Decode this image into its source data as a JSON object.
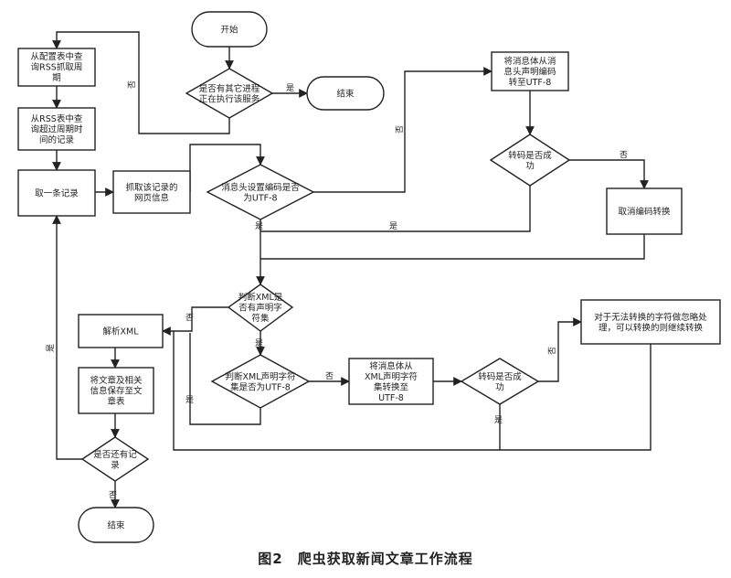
{
  "nodes": {
    "start": [
      "开始"
    ],
    "check_running": [
      "是否有其它进程",
      "正在执行该服务"
    ],
    "end_top": [
      "结束"
    ],
    "query_period": [
      "从配置表中查",
      "询RSS抓取周",
      "期"
    ],
    "query_expired": [
      "从RSS表中查",
      "询超过周期时",
      "间的记录"
    ],
    "take_record": [
      "取一条记录"
    ],
    "fetch_page": [
      "抓取该记录的",
      "网页信息"
    ],
    "header_charset": [
      "消息头设置编码是否",
      "为UTF-8"
    ],
    "body_convert": [
      "将消息体从消",
      "息头声明编码",
      "转至UTF-8"
    ],
    "convert_ok_1": [
      "转码是否成",
      "功"
    ],
    "cancel_convert": [
      "取消编码转换"
    ],
    "xml_declared": [
      "判断XML是",
      "否有声明字",
      "符集"
    ],
    "parse_xml": [
      "解析XML"
    ],
    "save_article": [
      "将文章及相关",
      "信息保存至文",
      "章表"
    ],
    "more_records": [
      "是否还有记",
      "录"
    ],
    "end_bottom": [
      "结束"
    ],
    "xml_is_utf8": [
      "判断XML声明字符",
      "集是否为UTF-8"
    ],
    "xml_convert": [
      "将消息体从",
      "XML声明字符",
      "集转换至",
      "UTF-8"
    ],
    "convert_ok_2": [
      "转码是否成",
      "功"
    ],
    "ignore_chars": [
      "对于无法转换的字符做忽略处",
      "理，可以转换的则继续转换"
    ]
  },
  "edge_labels": {
    "running_yes": "是",
    "running_no": "否",
    "header_no": "否",
    "header_yes": "是",
    "ok1_no": "否",
    "ok1_yes": "是",
    "xml_decl_no": "否",
    "xml_decl_yes": "是",
    "utf8_no": "否",
    "utf8_yes": "是",
    "ok2_no": "否",
    "ok2_yes": "是",
    "more_yes": "是",
    "more_no": "否"
  },
  "caption": "图2　爬虫获取新闻文章工作流程"
}
